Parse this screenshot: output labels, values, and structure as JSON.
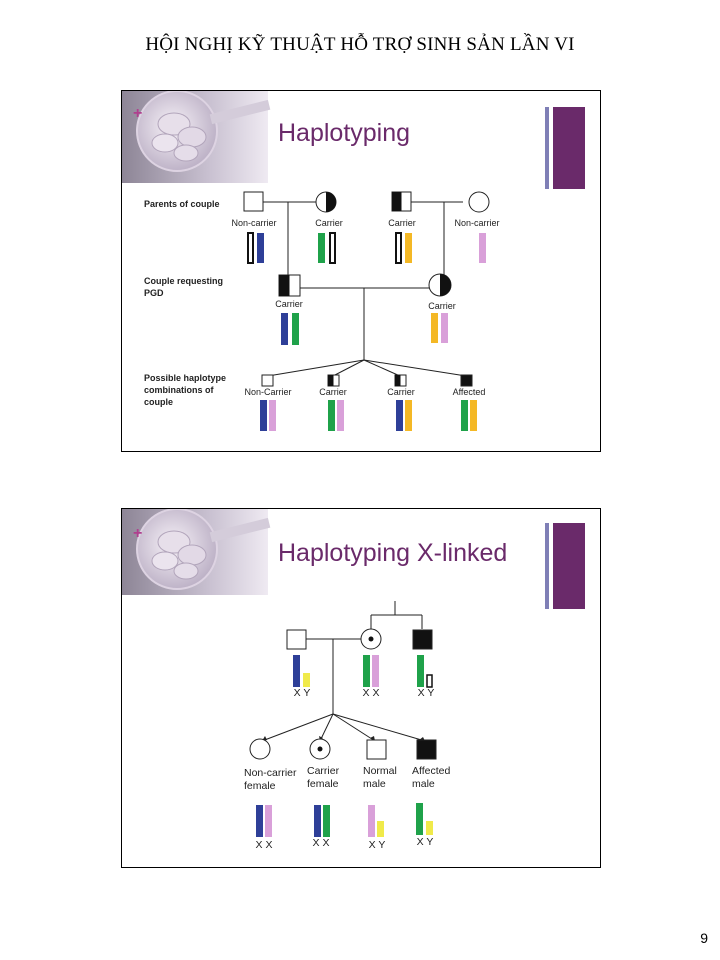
{
  "document": {
    "header": "HỘI NGHỊ KỸ THUẬT HỖ TRỢ SINH SẢN LẦN VI",
    "page_number": "9"
  },
  "slide1": {
    "title": "Haplotyping",
    "plus": "+",
    "row_labels": {
      "parents": "Parents of couple",
      "couple_line1": "Couple requesting",
      "couple_line2": "PGD",
      "possible_line1": "Possible haplotype",
      "possible_line2": "combinations of",
      "possible_line3": "couple"
    },
    "parents": [
      {
        "label": "Non-carrier",
        "symbol": "square-empty"
      },
      {
        "label": "Carrier",
        "symbol": "circle-half"
      },
      {
        "label": "Carrier",
        "symbol": "square-half"
      },
      {
        "label": "Non-carrier",
        "symbol": "circle-empty"
      }
    ],
    "couple": [
      {
        "label": "Carrier",
        "symbol": "square-half"
      },
      {
        "label": "Carrier",
        "symbol": "circle-half"
      }
    ],
    "offspring": [
      {
        "label": "Non-Carrier",
        "symbol": "square-empty"
      },
      {
        "label": "Carrier",
        "symbol": "square-half"
      },
      {
        "label": "Carrier",
        "symbol": "square-half"
      },
      {
        "label": "Affected",
        "symbol": "square-filled"
      }
    ]
  },
  "slide2": {
    "title": "Haplotyping X-linked",
    "plus": "+",
    "parents": [
      {
        "symbol": "square-empty",
        "chromosomes": "X Y"
      },
      {
        "symbol": "circle-dot",
        "chromosomes": "X X"
      },
      {
        "symbol": "square-filled",
        "chromosomes": "X Y"
      }
    ],
    "offspring": [
      {
        "label_line1": "Non-carrier",
        "label_line2": "female",
        "symbol": "circle-empty",
        "chromosomes": "X X"
      },
      {
        "label_line1": "Carrier",
        "label_line2": "female",
        "symbol": "circle-dot",
        "chromosomes": "X X"
      },
      {
        "label_line1": "Normal",
        "label_line2": "male",
        "symbol": "square-empty",
        "chromosomes": "X Y"
      },
      {
        "label_line1": "Affected",
        "label_line2": "male",
        "symbol": "square-filled",
        "chromosomes": "X Y"
      }
    ]
  },
  "colors": {
    "title": "#6a2a6a",
    "accent_bar": "#6a2a6a",
    "accent_stripe": "#7f7fb6",
    "blue": "#2e3f98",
    "green": "#1fa24a",
    "orange": "#f4b825",
    "pink": "#d9a0d9",
    "yellow": "#f0ea4a"
  }
}
